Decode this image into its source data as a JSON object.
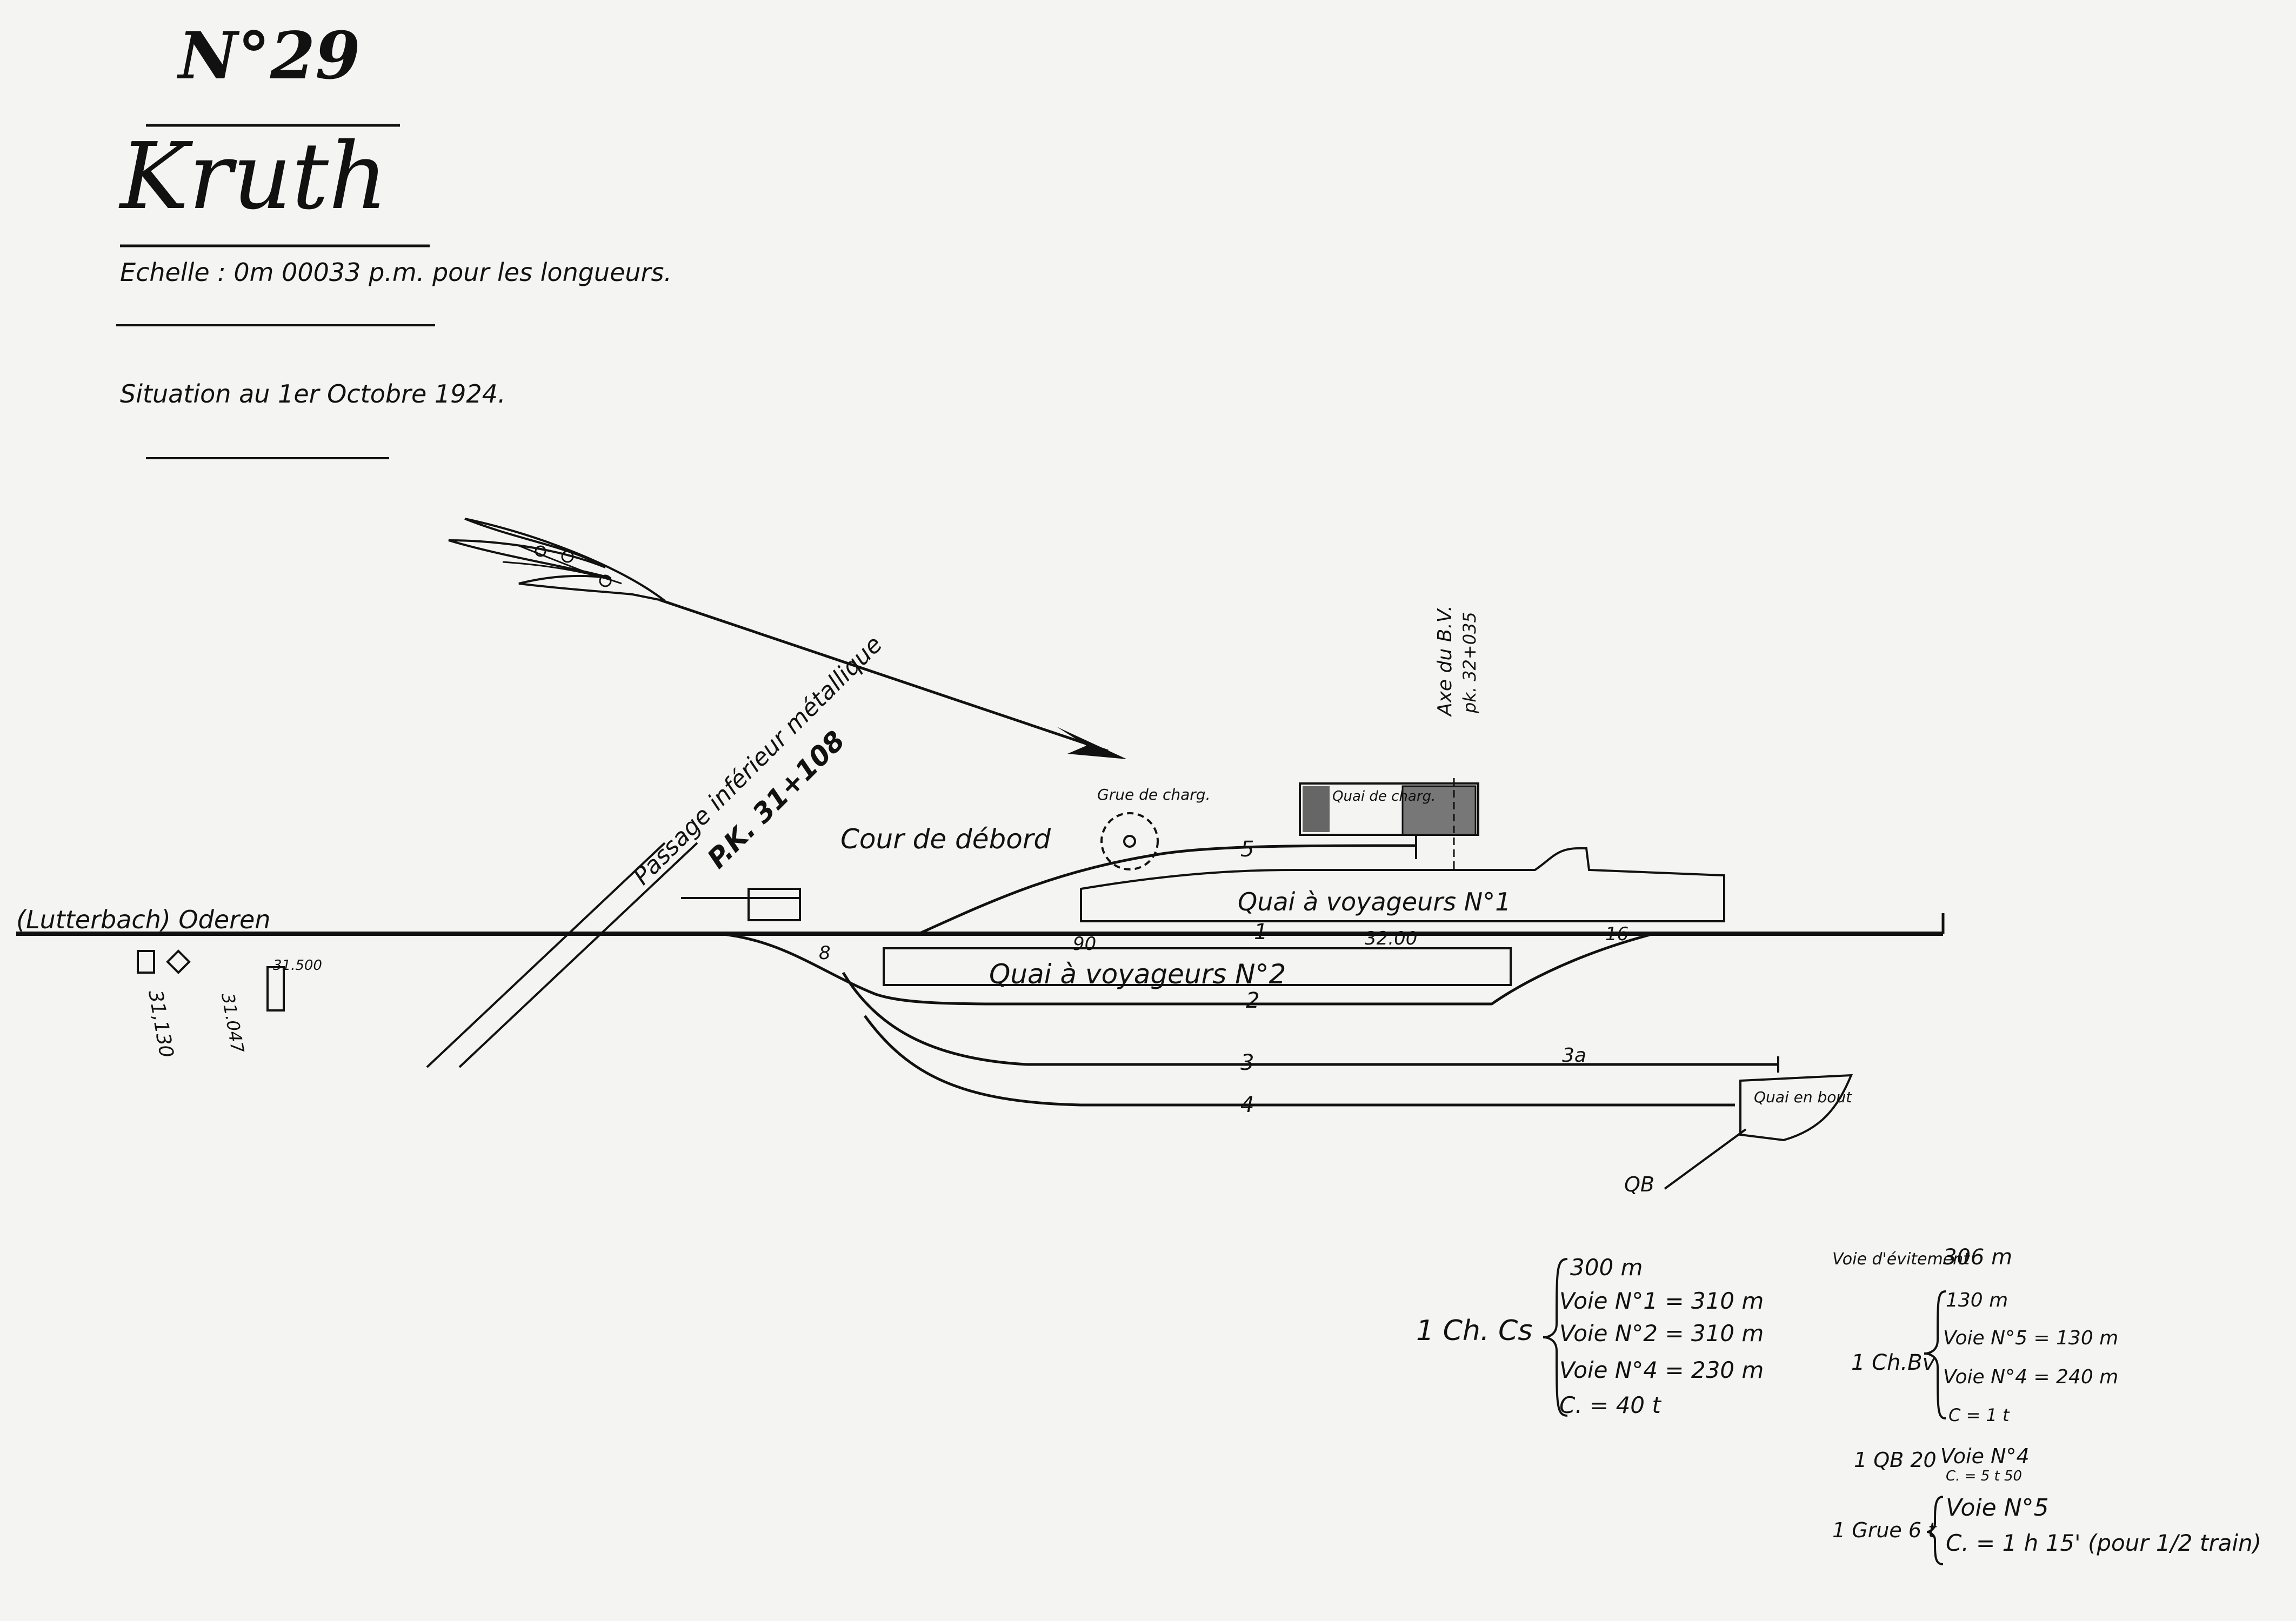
{
  "header": {
    "number": "N°29",
    "station": "Kruth",
    "scale": "Echelle : 0m 00033 p.m. pour les longueurs.",
    "situation": "Situation au 1er Octobre 1924."
  },
  "map": {
    "line_origin": "(Lutterbach) Oderen",
    "underpass": "Passage inférieur métallique",
    "underpass_pk": "P.K. 31+108",
    "bv_axis": "Axe du B.V.",
    "bv_pk": "pk. 32+035",
    "loading_yard": "Cour de débord",
    "loading_crane": "Grue de charg.",
    "loading_quay": "Quai de charg.",
    "platform_1": "Quai à voyageurs N°1",
    "platform_2": "Quai à voyageurs N°2",
    "end_quay": "Quai en bout",
    "qb": "QB",
    "tracks": [
      "1",
      "2",
      "3",
      "3a",
      "4",
      "5"
    ],
    "markers": [
      "90",
      "32.00",
      "16",
      "8"
    ],
    "signal_km": "31.500",
    "pk_marks": [
      "31,130",
      "31.047"
    ]
  },
  "notes": {
    "ch_cs": {
      "label": "1 Ch. Cs",
      "lines": [
        "300 m",
        "Voie N°1 = 310 m",
        "Voie N°2 = 310 m",
        "Voie N°4 = 230 m",
        "C. = 40 t"
      ]
    },
    "evitement": {
      "label": "Voie d'évitement",
      "value": "306 m"
    },
    "ch_bv": {
      "label": "1 Ch.Bv",
      "lines": [
        "130 m",
        "Voie N°5 = 130 m",
        "Voie N°4 = 240 m",
        "C = 1 t"
      ]
    },
    "qb": {
      "label": "1 QB 20",
      "lines": [
        "Voie N°4",
        "C. = 5 t 50"
      ]
    },
    "grue": {
      "label": "1 Grue 6 t",
      "lines": [
        "Voie N°5",
        "C. = 1 h 15' (pour 1/2 train)"
      ]
    }
  }
}
